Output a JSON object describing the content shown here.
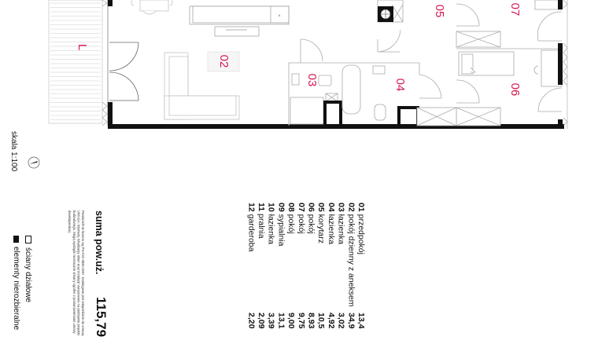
{
  "plan": {
    "balcony_label": "L",
    "rooms_on_plan": [
      "02",
      "03",
      "04",
      "05",
      "06",
      "07"
    ],
    "label_color": "#d6174f",
    "wall_color": "#111111"
  },
  "legend": {
    "rooms": [
      {
        "num": "01",
        "name": "przedpokój",
        "area": "13,4"
      },
      {
        "num": "02",
        "name": "pokój dzienny z aneksem",
        "area": "34,9"
      },
      {
        "num": "03",
        "name": "łazienka",
        "area": "3,02"
      },
      {
        "num": "04",
        "name": "łazienka",
        "area": "4,92"
      },
      {
        "num": "05",
        "name": "korytarz",
        "area": "10,5"
      },
      {
        "num": "06",
        "name": "pokój",
        "area": "8,93"
      },
      {
        "num": "07",
        "name": "pokój",
        "area": "9,75"
      },
      {
        "num": "08",
        "name": "pokój",
        "area": "9,00"
      },
      {
        "num": "09",
        "name": "sypialnia",
        "area": "13,1"
      },
      {
        "num": "10",
        "name": "łazienka",
        "area": "3,39"
      },
      {
        "num": "11",
        "name": "pralnia",
        "area": "2,09"
      },
      {
        "num": "12",
        "name": "garderoba",
        "area": "2,20"
      }
    ],
    "total_label": "suma pow.uż.",
    "total_value": "115,79",
    "note": "Powierzchnie liczone wg PN-ISO 9836:1997. Katalogowe jest załącznikiem do umowy. UWAGA: Wymiary, lokalizacja okien oraz instalacji wyrysowano na podstawie projektu budowlanego. Mogą wystąpić nieznaczne zmiany zgodne z postanowieniami umowy deweloperskiej.",
    "key": {
      "partition_walls": "ściany działowe",
      "fixed_elements": "elementy nierozbieralne"
    },
    "scale": "skala 1:100"
  }
}
